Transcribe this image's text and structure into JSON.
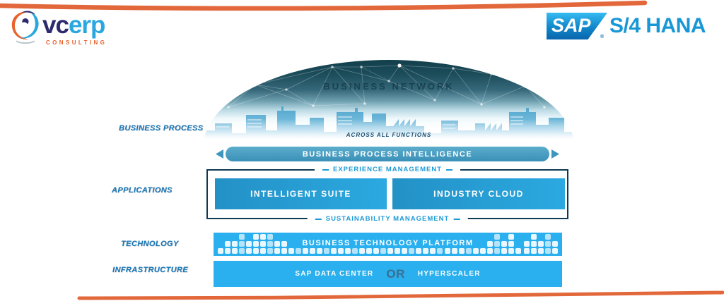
{
  "header": {
    "vcerp": {
      "vc": "vc",
      "erp": "erp",
      "tagline": "CONSULTING"
    },
    "sap": {
      "wordmark": "SAP",
      "registered": "®",
      "product": "S/4 HANA"
    }
  },
  "left_labels": [
    "BUSINESS PROCESS",
    "APPLICATIONS",
    "TECHNOLOGY",
    "INFRASTRUCTURE"
  ],
  "diagram": {
    "dome_title": "BUSINESS NETWORK",
    "dome_caption": "ACROSS ALL FUNCTIONS",
    "bpi_label": "BUSINESS PROCESS INTELLIGENCE",
    "experience_label": "EXPERIENCE MANAGEMENT",
    "applications": [
      "INTELLIGENT SUITE",
      "INDUSTRY CLOUD"
    ],
    "sustainability_label": "SUSTAINABILITY MANAGEMENT",
    "btp_label": "BUSINESS TECHNOLOGY PLATFORM",
    "infrastructure": {
      "left": "SAP DATA CENTER",
      "conjunction": "OR",
      "right": "HYPERSCALER"
    }
  },
  "colors": {
    "accent_orange": "#e2683c",
    "brand_blue": "#2aa7e0",
    "bar_cyan": "#2ab0ef",
    "steel_blue": "#3e96bd",
    "outline_navy": "#0e3a52",
    "label_blue": "#1778b8",
    "chip_blue": "#1d9ad6"
  }
}
